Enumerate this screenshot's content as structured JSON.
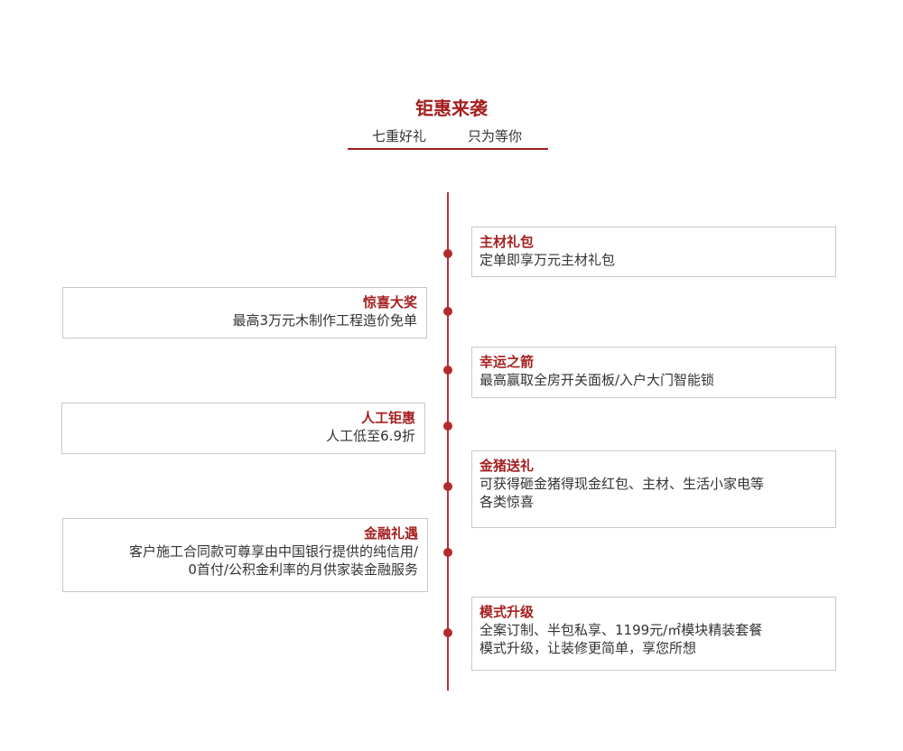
{
  "header": {
    "title": "钜惠来袭",
    "subtitle_left": "七重好礼",
    "subtitle_right": "只为等你"
  },
  "colors": {
    "accent": "#a51f1f",
    "text": "#333333",
    "border": "#c8c8c8"
  },
  "items": [
    {
      "side": "right",
      "title": "主材礼包",
      "desc": "定单即享万元主材礼包"
    },
    {
      "side": "left",
      "title": "惊喜大奖",
      "desc": "最高3万元木制作工程造价免单"
    },
    {
      "side": "right",
      "title": "幸运之箭",
      "desc": "最高赢取全房开关面板/入户大门智能锁"
    },
    {
      "side": "left",
      "title": "人工钜惠",
      "desc": "人工低至6.9折"
    },
    {
      "side": "right",
      "title": "金猪送礼",
      "desc": "可获得砸金猪得现金红包、主材、生活小家电等\n各类惊喜"
    },
    {
      "side": "left",
      "title": "金融礼遇",
      "desc": "客户施工合同款可尊享由中国银行提供的纯信用/\n0首付/公积金利率的月供家装金融服务"
    },
    {
      "side": "right",
      "title": "模式升级",
      "desc": "全案订制、半包私享、1199元/㎡模块精装套餐\n模式升级，让装修更简单，享您所想"
    }
  ]
}
